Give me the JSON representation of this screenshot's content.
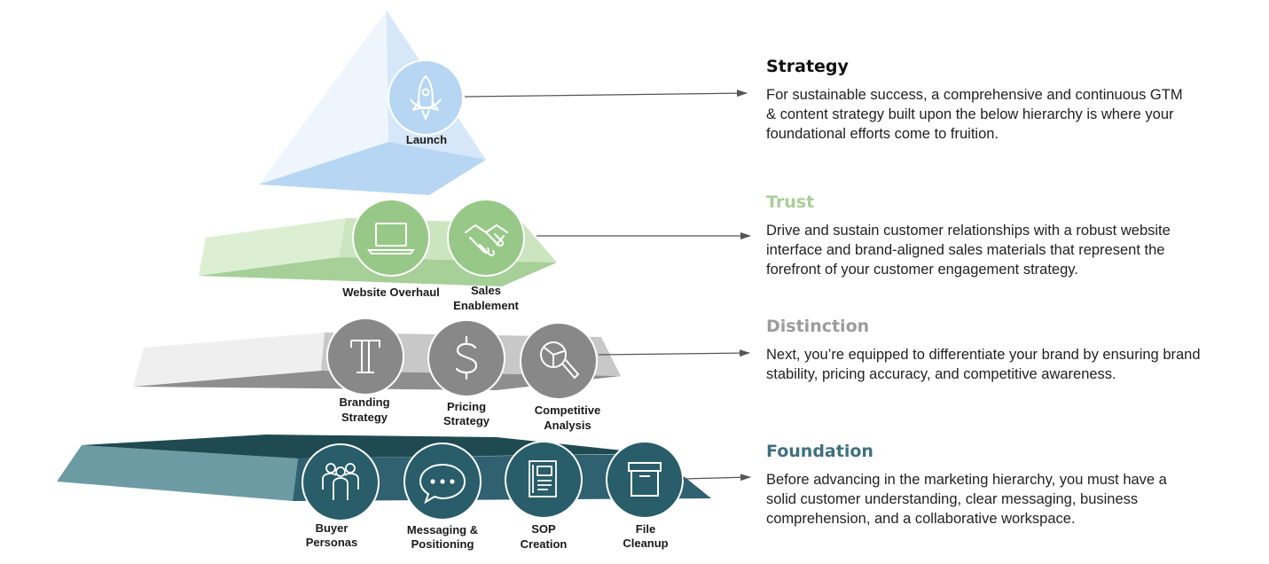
{
  "colors": {
    "strategy": "#111111",
    "trust": "#a9cf98",
    "distinction": "#9c9c9c",
    "foundation": "#3f7080",
    "body_text": "#222222"
  },
  "levels": [
    {
      "title": "Strategy",
      "description": "For sustainable success, a comprehensive and continuous GTM & content  strategy built upon the below hierarchy is where your foundational efforts come to fruition.",
      "items": [
        {
          "icon": "rocket-icon",
          "label": "Launch"
        }
      ]
    },
    {
      "title": "Trust",
      "description": "Drive and sustain customer relationships with a robust website interface and brand-aligned sales materials that represent the forefront of your customer engagement strategy.",
      "items": [
        {
          "icon": "laptop-icon",
          "label_lines": [
            "Website Overhaul"
          ]
        },
        {
          "icon": "handshake-icon",
          "label_lines": [
            "Sales",
            "Enablement"
          ]
        }
      ]
    },
    {
      "title": "Distinction",
      "description": "Next, you’re equipped to differentiate your brand by ensuring brand stability, pricing accuracy, and competitive awareness.",
      "items": [
        {
          "icon": "typography-icon",
          "label_lines": [
            "Branding",
            "Strategy"
          ]
        },
        {
          "icon": "dollar-icon",
          "label_lines": [
            "Pricing",
            "Strategy"
          ]
        },
        {
          "icon": "magnifier-chart-icon",
          "label_lines": [
            "Competitive",
            "Analysis"
          ]
        }
      ]
    },
    {
      "title": "Foundation",
      "description": "Before advancing in the marketing hierarchy, you must have a solid customer understanding, clear messaging, business comprehension, and a collaborative workspace.",
      "items": [
        {
          "icon": "people-icon",
          "label_lines": [
            "Buyer",
            "Personas"
          ]
        },
        {
          "icon": "chat-icon",
          "label_lines": [
            "Messaging &",
            "Positioning"
          ]
        },
        {
          "icon": "document-icon",
          "label_lines": [
            "SOP",
            "Creation"
          ]
        },
        {
          "icon": "archive-box-icon",
          "label_lines": [
            "File",
            "Cleanup"
          ]
        }
      ]
    }
  ]
}
